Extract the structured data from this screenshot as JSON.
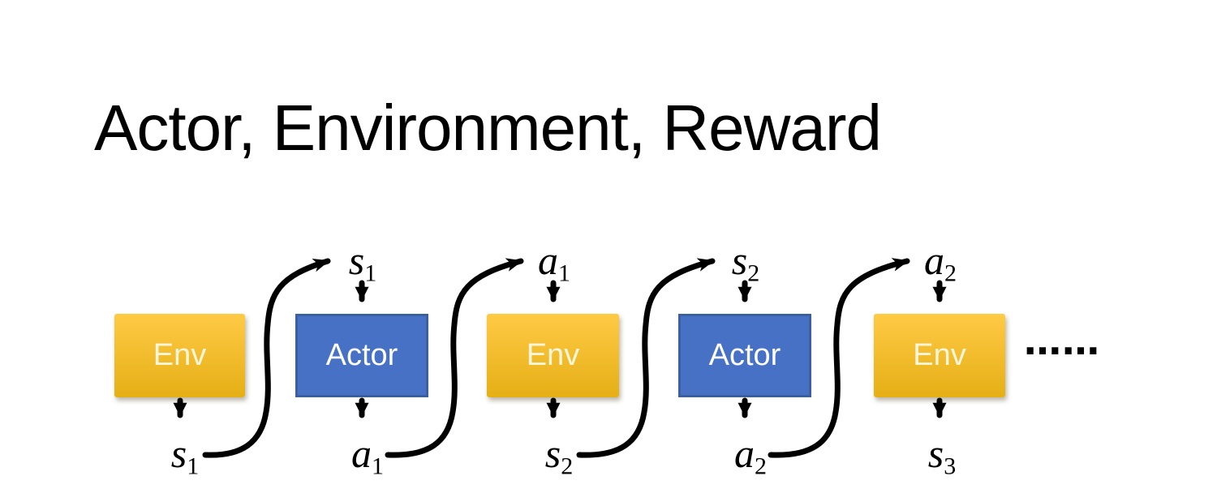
{
  "slide": {
    "title": "Actor, Environment, Reward"
  },
  "diagram": {
    "boxes": [
      {
        "id": "env-1",
        "type": "env",
        "label": "Env"
      },
      {
        "id": "actor-1",
        "type": "actor",
        "label": "Actor"
      },
      {
        "id": "env-2",
        "type": "env",
        "label": "Env"
      },
      {
        "id": "actor-2",
        "type": "actor",
        "label": "Actor"
      },
      {
        "id": "env-3",
        "type": "env",
        "label": "Env"
      }
    ],
    "top_labels": [
      {
        "base": "s",
        "sub": "1"
      },
      {
        "base": "a",
        "sub": "1"
      },
      {
        "base": "s",
        "sub": "2"
      },
      {
        "base": "a",
        "sub": "2"
      }
    ],
    "bottom_labels": [
      {
        "base": "s",
        "sub": "1"
      },
      {
        "base": "a",
        "sub": "1"
      },
      {
        "base": "s",
        "sub": "2"
      },
      {
        "base": "a",
        "sub": "2"
      },
      {
        "base": "s",
        "sub": "3"
      }
    ],
    "ellipsis": "……"
  },
  "colors": {
    "env_fill_top": "#FFCA45",
    "env_fill_bottom": "#E5AF16",
    "env_text": "#FBF5DA",
    "actor_fill": "#4671C4",
    "actor_border": "#3C5FA0",
    "actor_text": "#FFFFFF",
    "arrow": "#000000",
    "title_text": "#000000"
  }
}
